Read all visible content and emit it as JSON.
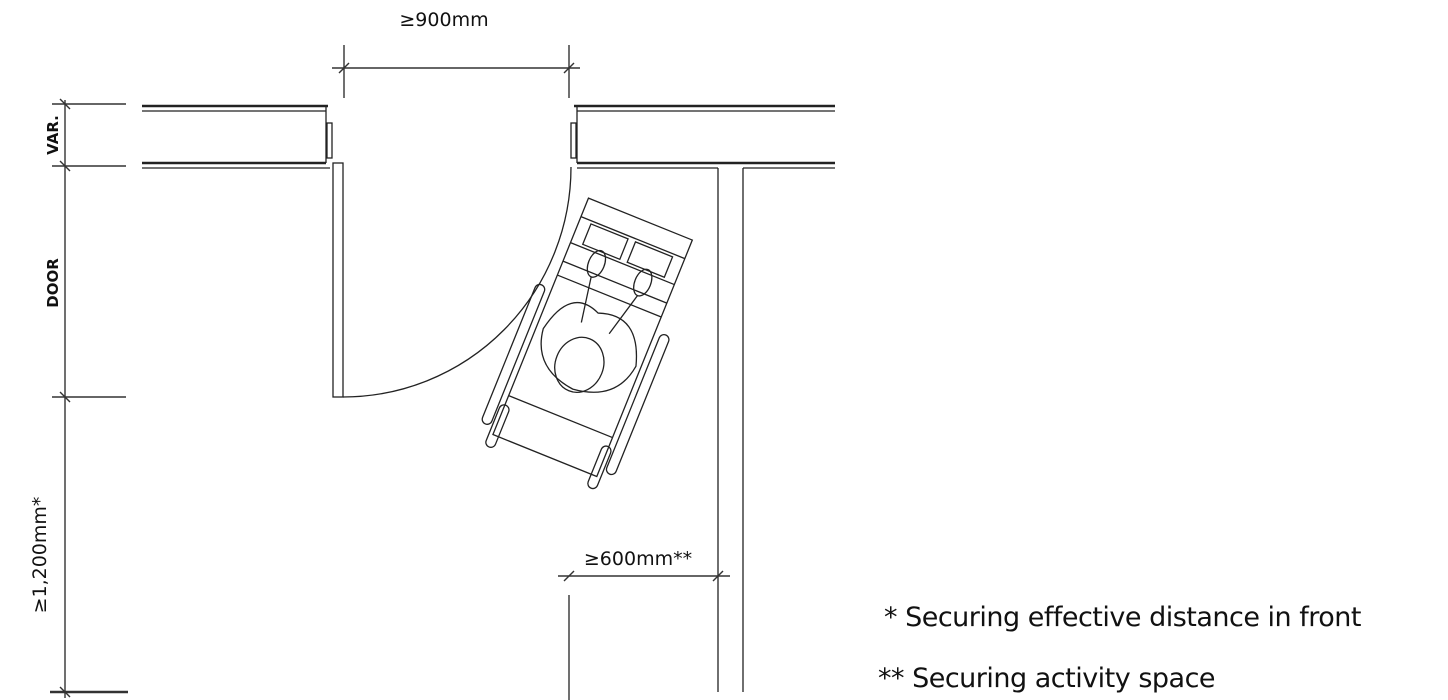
{
  "diagram": {
    "dimensions": {
      "door_width": "≥900mm",
      "wall_thickness": "VAR.",
      "door_leaf": "DOOR",
      "front_distance": "≥1,200mm*",
      "side_space": "≥600mm**"
    },
    "notes": [
      "* Securing effective distance in front",
      "** Securing activity space"
    ],
    "icons": [
      "wheelchair-user-plan-icon"
    ]
  }
}
